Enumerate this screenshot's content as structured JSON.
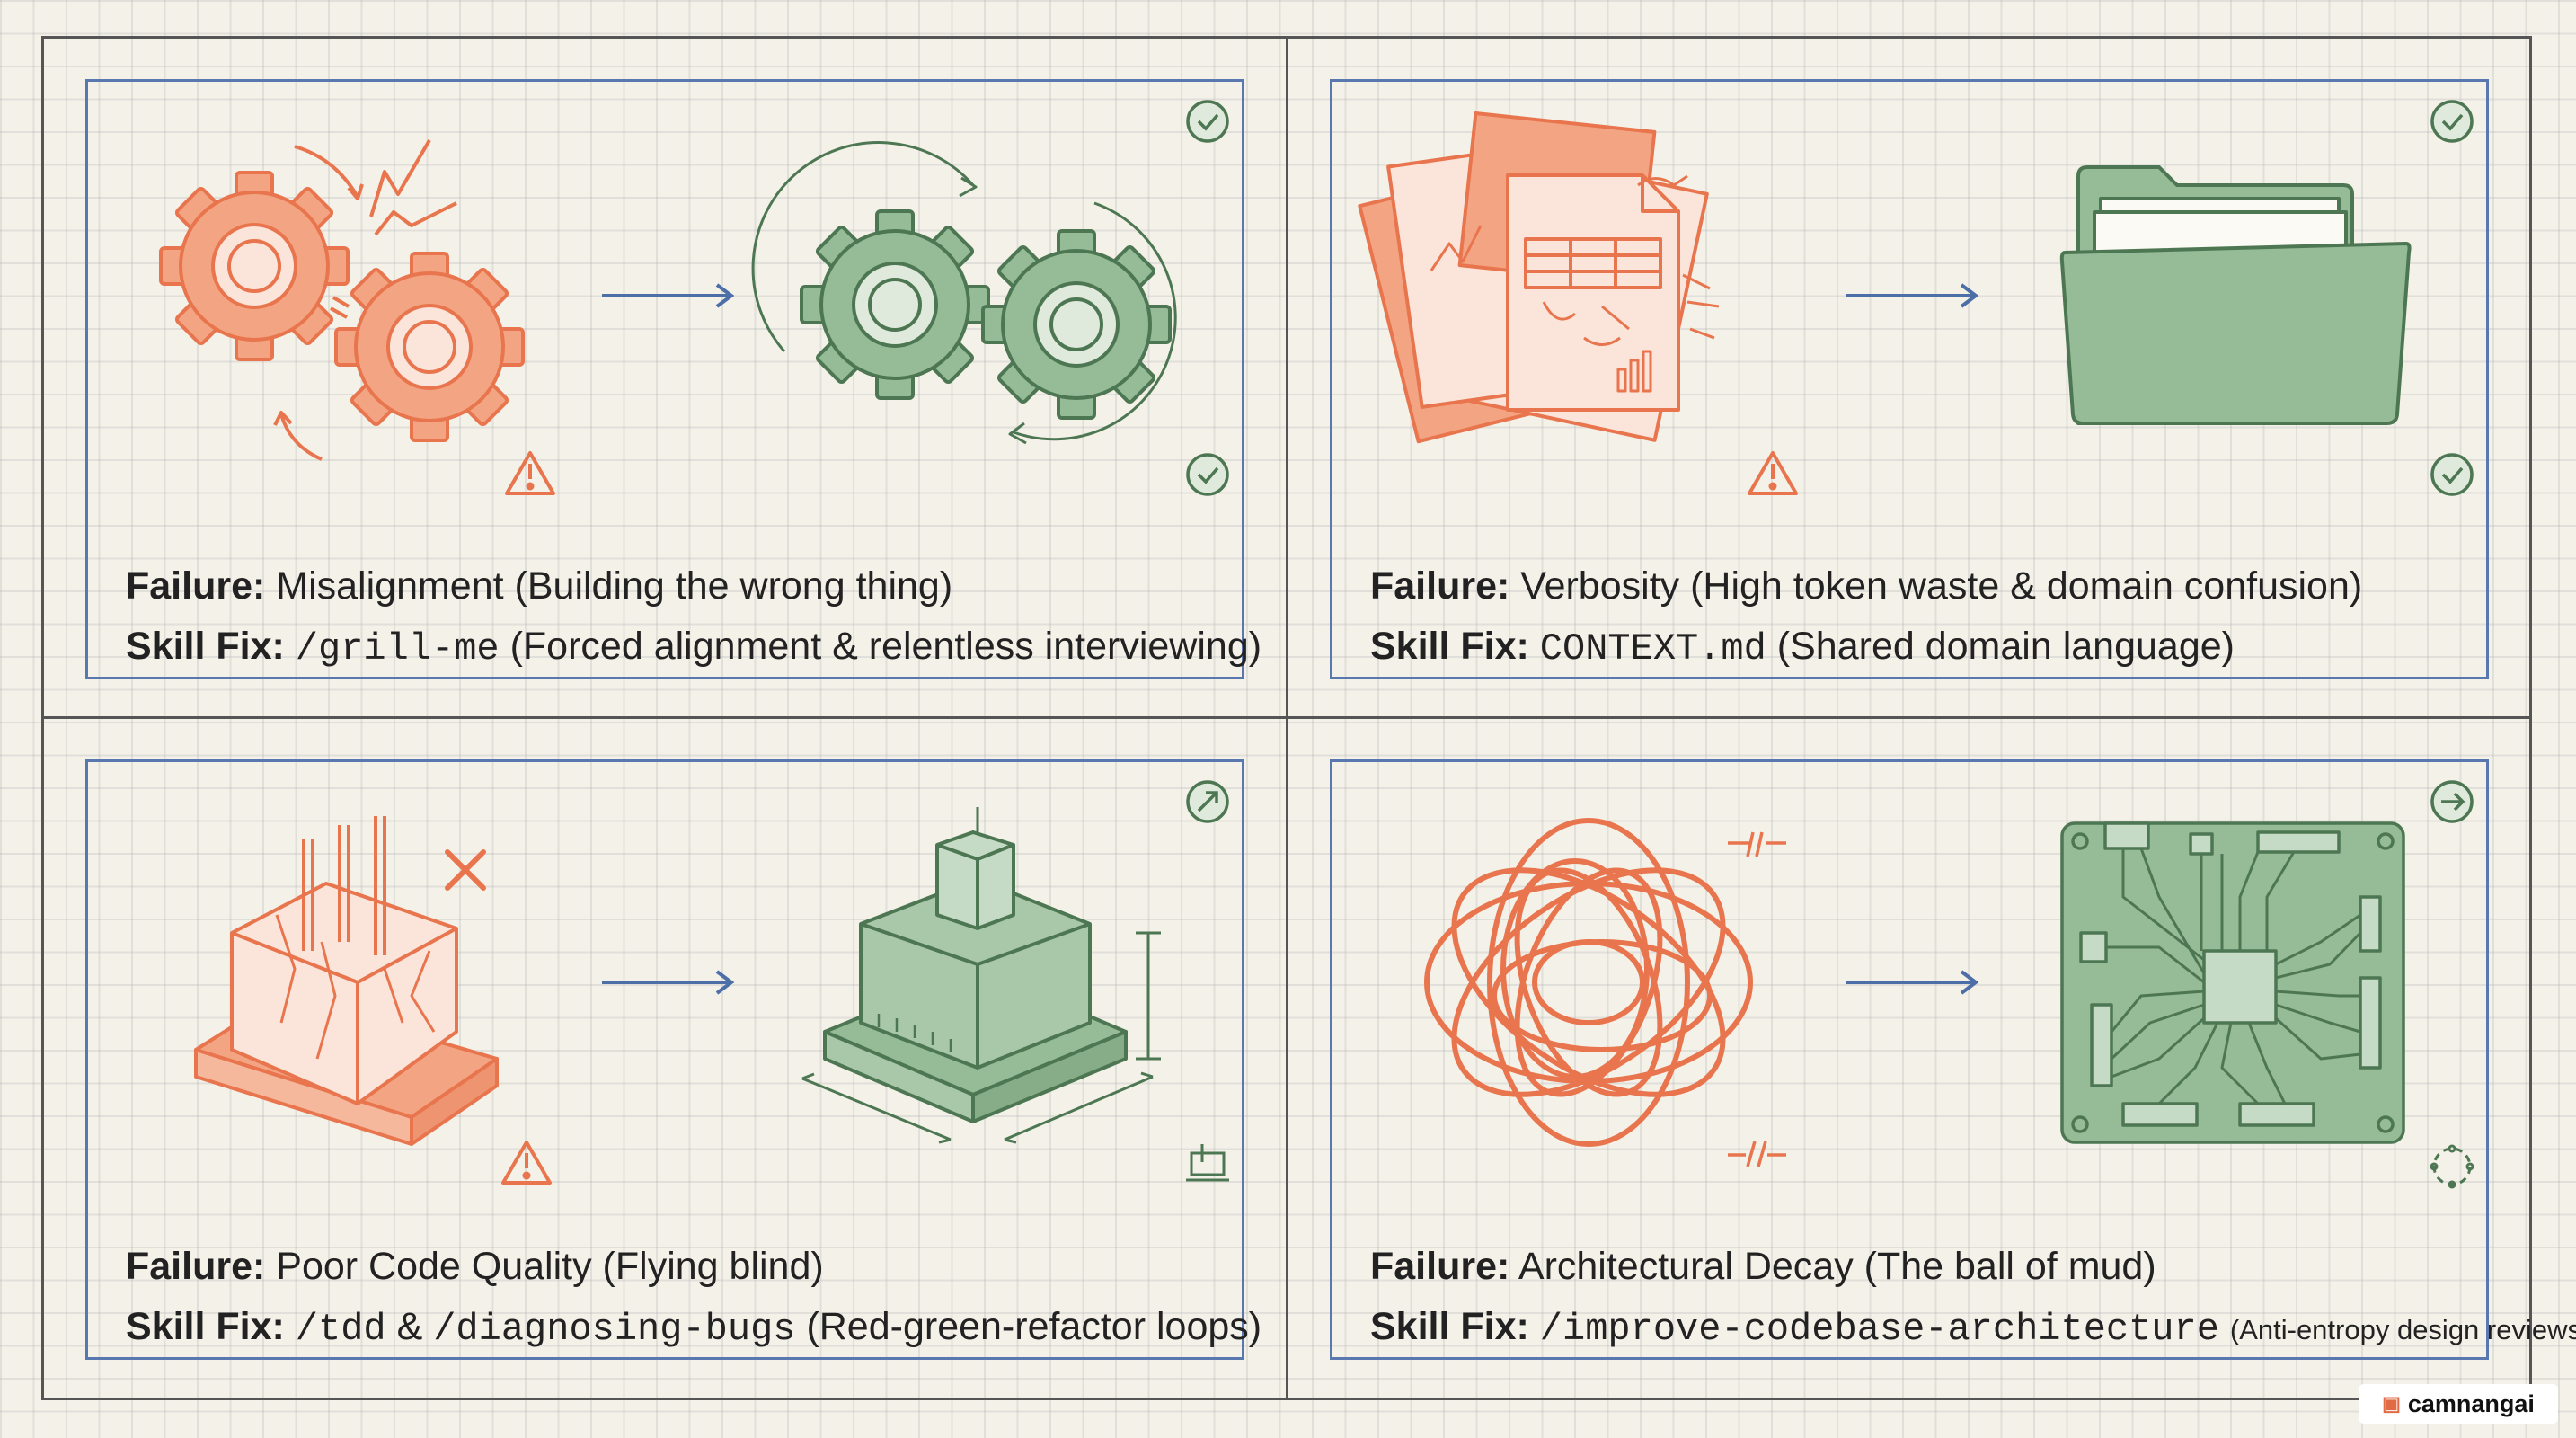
{
  "panels": [
    {
      "failure_label": "Failure:",
      "failure_text": "Misalignment (Building the wrong thing)",
      "fix_label": "Skill Fix:",
      "fix_command": "/grill-me",
      "fix_text": "(Forced alignment & relentless interviewing)"
    },
    {
      "failure_label": "Failure:",
      "failure_text": "Verbosity (High token waste & domain confusion)",
      "fix_label": "Skill Fix:",
      "fix_command": "CONTEXT.md",
      "fix_text": "(Shared domain language)"
    },
    {
      "failure_label": "Failure:",
      "failure_text": "Poor Code Quality (Flying blind)",
      "fix_label": "Skill Fix:",
      "fix_command": "/tdd",
      "fix_amp": "&",
      "fix_command2": "/diagnosing-bugs",
      "fix_text": "(Red-green-refactor loops)"
    },
    {
      "failure_label": "Failure:",
      "failure_text": "Architectural Decay (The ball of mud)",
      "fix_label": "Skill Fix:",
      "fix_command": "/improve-codebase-architecture",
      "fix_text": "(Anti-entropy design reviews)"
    }
  ],
  "icons": {
    "failure": [
      "gears-grinding-icon",
      "messy-documents-icon",
      "crumbling-foundation-icon",
      "tangled-yarn-icon"
    ],
    "fix": [
      "gears-synced-icon",
      "folder-icon",
      "solid-foundation-icon",
      "circuit-board-icon"
    ],
    "status": [
      "check-circle-icon",
      "warning-triangle-icon",
      "expand-circle-icon",
      "arrow-circle-icon"
    ]
  },
  "colors": {
    "failure": "#e8754d",
    "failure_fill": "#f3a583",
    "fix": "#4d7752",
    "fix_fill": "#95bb97",
    "arrow": "#4d6fa8",
    "panel_border": "#5a78b0"
  },
  "watermark": "camnangai"
}
